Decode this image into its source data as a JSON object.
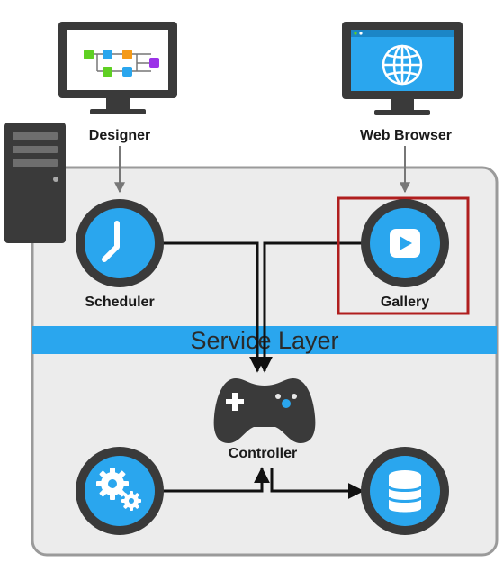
{
  "labels": {
    "designer": "Designer",
    "web_browser": "Web Browser",
    "scheduler": "Scheduler",
    "gallery": "Gallery",
    "service_layer": "Service Layer",
    "controller": "Controller"
  },
  "colors": {
    "accent_blue": "#2aa6ee",
    "dark": "#3a3a3a",
    "container_bg": "#ececec",
    "container_border": "#9a9a9a",
    "highlight_red": "#b01e1e",
    "flowchart_green": "#5fd023",
    "flowchart_orange": "#f59a18",
    "flowchart_purple": "#9b32e8"
  },
  "icons": {
    "designer": "monitor-flowchart-icon",
    "web_browser": "monitor-globe-icon",
    "server": "server-tower-icon",
    "scheduler": "clock-icon",
    "gallery": "play-icon",
    "controller": "gamepad-icon",
    "worker": "gears-icon",
    "database": "database-icon"
  }
}
